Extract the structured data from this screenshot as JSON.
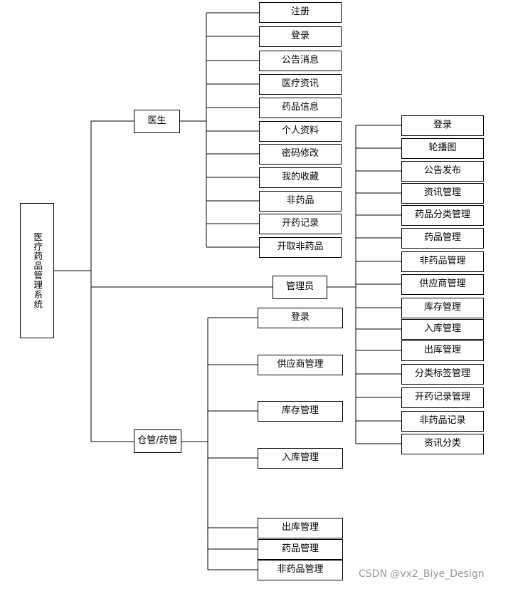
{
  "diagram": {
    "title": "医疗药品管理系统",
    "root": {
      "label": "医疗药品管理系统"
    },
    "branches": [
      {
        "label": "医生"
      },
      {
        "label": "管理员"
      },
      {
        "label": "仓管/药管"
      }
    ],
    "doctor_items": [
      {
        "label": "注册"
      },
      {
        "label": "登录"
      },
      {
        "label": "公告消息"
      },
      {
        "label": "医疗资讯"
      },
      {
        "label": "药品信息"
      },
      {
        "label": "个人资料"
      },
      {
        "label": "密码修改"
      },
      {
        "label": "我的收藏"
      },
      {
        "label": "非药品"
      },
      {
        "label": "开药记录"
      },
      {
        "label": "开取非药品"
      }
    ],
    "admin_items": [
      {
        "label": "登录"
      },
      {
        "label": "轮播图"
      },
      {
        "label": "公告发布"
      },
      {
        "label": "资讯管理"
      },
      {
        "label": "药品分类管理"
      },
      {
        "label": "药品管理"
      },
      {
        "label": "非药品管理"
      },
      {
        "label": "供应商管理"
      },
      {
        "label": "库存管理"
      },
      {
        "label": "入库管理"
      },
      {
        "label": "出库管理"
      },
      {
        "label": "分类标签管理"
      },
      {
        "label": "开药记录管理"
      },
      {
        "label": "非药品记录"
      },
      {
        "label": "资讯分类"
      }
    ],
    "warehouse_items": [
      {
        "label": "登录"
      },
      {
        "label": "供应商管理"
      },
      {
        "label": "库存管理"
      },
      {
        "label": "入库管理"
      },
      {
        "label": "出库管理"
      },
      {
        "label": "药品管理"
      },
      {
        "label": "非药品管理"
      }
    ]
  },
  "watermark": {
    "text": "CSDN @vx2_Biye_Design"
  }
}
